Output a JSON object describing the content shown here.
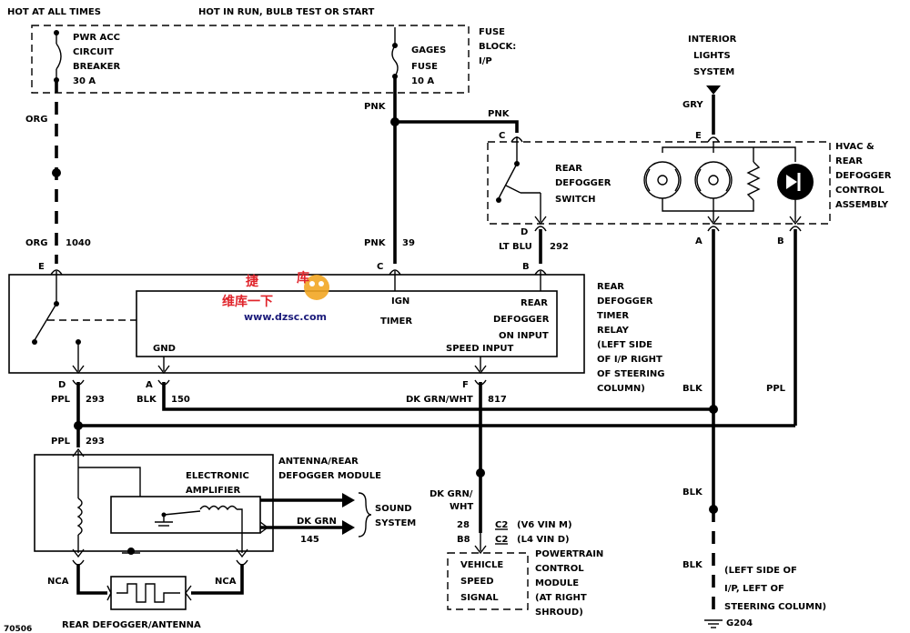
{
  "labels": {
    "hot_all": "HOT AT ALL TIMES",
    "hot_run": "HOT IN RUN, BULB TEST OR START",
    "pwr_acc": [
      "PWR ACC",
      "CIRCUIT",
      "BREAKER",
      "30 A"
    ],
    "gages": [
      "GAGES",
      "FUSE",
      "10 A"
    ],
    "fuse_block": [
      "FUSE",
      "BLOCK:",
      "I/P"
    ],
    "interior": [
      "INTERIOR",
      "LIGHTS",
      "SYSTEM"
    ],
    "hvac": [
      "HVAC &",
      "REAR",
      "DEFOGGER",
      "CONTROL",
      "ASSEMBLY"
    ],
    "switch": [
      "REAR",
      "DEFOGGER",
      "SWITCH"
    ],
    "timer_relay": [
      "REAR",
      "DEFOGGER",
      "TIMER",
      "RELAY",
      "(LEFT SIDE",
      "OF I/P RIGHT",
      "OF STEERING",
      "COLUMN)"
    ],
    "ign": "IGN",
    "timer": "TIMER",
    "rear_defog_on": [
      "REAR",
      "DEFOGGER",
      "ON INPUT"
    ],
    "gnd": "GND",
    "speed_input": "SPEED INPUT",
    "antenna_module": [
      "ANTENNA/REAR",
      "DEFOGGER MODULE"
    ],
    "amplifier": [
      "ELECTRONIC",
      "AMPLIFIER"
    ],
    "sound": [
      "SOUND",
      "SYSTEM"
    ],
    "pcm": [
      "POWERTRAIN",
      "CONTROL",
      "MODULE",
      "(AT RIGHT",
      "SHROUD)"
    ],
    "vss": [
      "VEHICLE",
      "SPEED",
      "SIGNAL"
    ],
    "ground_loc": [
      "(LEFT SIDE OF",
      "I/P, LEFT OF",
      "STEERING COLUMN)"
    ],
    "g204": "G204",
    "rear_antenna": "REAR DEFOGGER/ANTENNA",
    "fig_no": "70506",
    "v6": "(V6 VIN M)",
    "l4": "(L4 VIN D)",
    "c2a": "C2",
    "c2b": "C2",
    "pin_28": "28",
    "pin_b8": "B8"
  },
  "wires": {
    "org": "ORG",
    "org_1040": "1040",
    "pnk_top": "PNK",
    "pnk_branch": "PNK",
    "pnk": "PNK",
    "pnk_39": "39",
    "gry": "GRY",
    "lt_blu": "LT BLU",
    "w292": "292",
    "ppl": "PPL",
    "w293": "293",
    "ppl2": "PPL",
    "w293b": "293",
    "blk": "BLK",
    "w150": "150",
    "dk_grn_wht": "DK GRN/WHT",
    "w817": "817",
    "blk_r1": "BLK",
    "ppl_r": "PPL",
    "dk_grn_wht2a": "DK GRN/",
    "dk_grn_wht2b": "WHT",
    "blk_r2": "BLK",
    "blk_r3": "BLK",
    "dk_grn": "DK GRN",
    "w145": "145",
    "nca1": "NCA",
    "nca2": "NCA"
  },
  "pins": {
    "e1": "E",
    "c1": "C",
    "b1": "B",
    "c_sw": "C",
    "d_sw": "D",
    "e_hvac": "E",
    "a_hvac": "A",
    "b_hvac": "B",
    "d2": "D",
    "a2": "A",
    "f2": "F"
  },
  "watermark": {
    "cn1": "捷",
    "cn2": "库",
    "cn3": "维库一下",
    "url": "www.dzsc.com"
  },
  "colors": {
    "line": "#000000",
    "watermark_red": "#e0242b",
    "watermark_blue": "#1a1a7a"
  }
}
